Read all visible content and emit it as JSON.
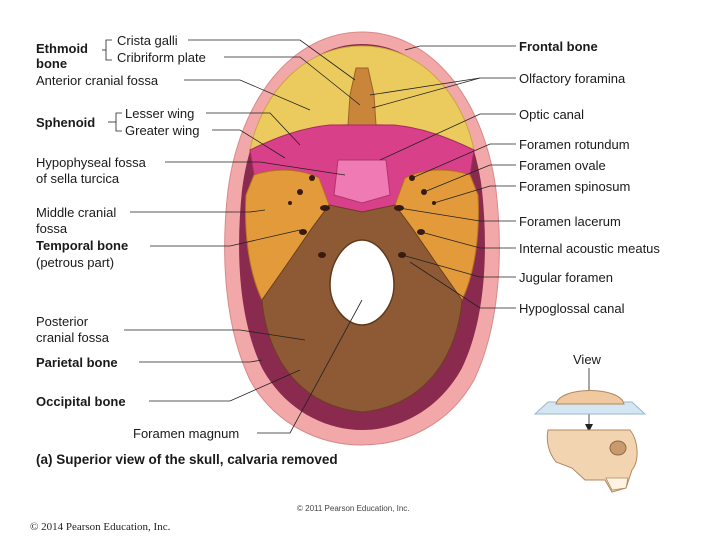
{
  "labels_left": {
    "ethmoid_line1": "Ethmoid",
    "ethmoid_line2": "bone",
    "crista_galli": "Crista galli",
    "cribriform_plate": "Cribriform plate",
    "anterior_cranial_fossa": "Anterior cranial fossa",
    "sphenoid": "Sphenoid",
    "lesser_wing": "Lesser wing",
    "greater_wing": "Greater wing",
    "hypophyseal_line1": "Hypophyseal fossa",
    "hypophyseal_line2": "of sella turcica",
    "middle_cranial_line1": "Middle cranial",
    "middle_cranial_line2": "fossa",
    "temporal_line1": "Temporal bone",
    "temporal_line2": "(petrous part)",
    "posterior_line1": "Posterior",
    "posterior_line2": "cranial fossa",
    "parietal_bone": "Parietal bone",
    "occipital_bone": "Occipital bone",
    "foramen_magnum": "Foramen magnum"
  },
  "labels_right": {
    "frontal_bone": "Frontal bone",
    "olfactory_foramina": "Olfactory foramina",
    "optic_canal": "Optic canal",
    "foramen_rotundum": "Foramen rotundum",
    "foramen_ovale": "Foramen ovale",
    "foramen_spinosum": "Foramen spinosum",
    "foramen_lacerum": "Foramen lacerum",
    "internal_acoustic_meatus": "Internal acoustic meatus",
    "jugular_foramen": "Jugular foramen",
    "hypoglossal_canal": "Hypoglossal canal"
  },
  "view_label": "View",
  "caption": "(a) Superior view of the skull, calvaria removed",
  "copyright_inner": "© 2011 Pearson Education, Inc.",
  "copyright_outer": "© 2014 Pearson Education, Inc.",
  "colors": {
    "frontal": "#eccb5e",
    "sphenoid": "#d9408a",
    "temporal": "#e39a3a",
    "occipital": "#8e5a35",
    "parietal": "#8a2a4e",
    "skull_edge": "#f2a8a8"
  }
}
